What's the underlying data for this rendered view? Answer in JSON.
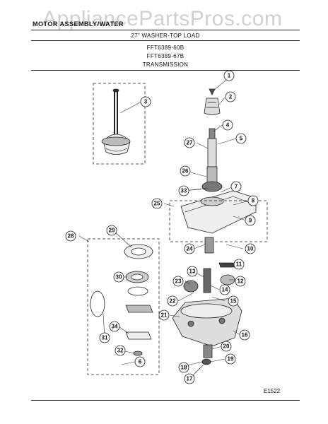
{
  "watermark": "AppliancePartsPros.com",
  "header": {
    "section": "MOTOR ASSEMBLY/WATER",
    "line1": "27\" WASHER-TOP LOAD",
    "line2": "FFT6389-60B",
    "line3": "FFT6389-67B",
    "line4": "TRANSMISSION"
  },
  "diagram_code": "E1522",
  "callouts": [
    "1",
    "2",
    "3",
    "4",
    "5",
    "6",
    "7",
    "8",
    "9",
    "10",
    "11",
    "12",
    "13",
    "14",
    "15",
    "16",
    "17",
    "18",
    "19",
    "20",
    "21",
    "22",
    "23",
    "24",
    "25",
    "26",
    "27",
    "28",
    "29",
    "30",
    "31",
    "32",
    "33",
    "34"
  ]
}
